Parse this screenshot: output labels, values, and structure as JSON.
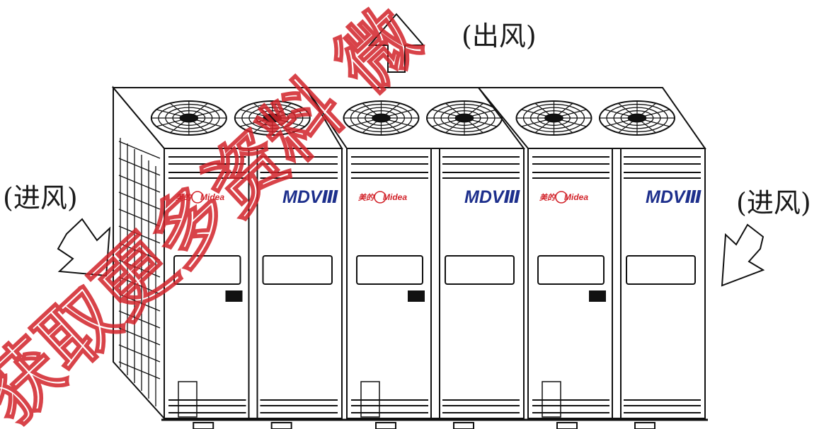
{
  "labels": {
    "air_out": "(出风)",
    "air_in_left": "(进风)",
    "air_in_right": "(进风)"
  },
  "watermark": {
    "text": "获取更多资料 微",
    "color": "#d2232a"
  },
  "units": [
    {
      "brand_cn": "美的",
      "brand_en": "Midea",
      "model": "MDVⅢ"
    },
    {
      "brand_cn": "美的",
      "brand_en": "Midea",
      "model": "MDVⅢ"
    },
    {
      "brand_cn": "美的",
      "brand_en": "Midea",
      "model": "MDVⅢ"
    }
  ],
  "colors": {
    "line": "#111111",
    "brand_red": "#d2232a",
    "model_blue": "#1d2f8c"
  }
}
